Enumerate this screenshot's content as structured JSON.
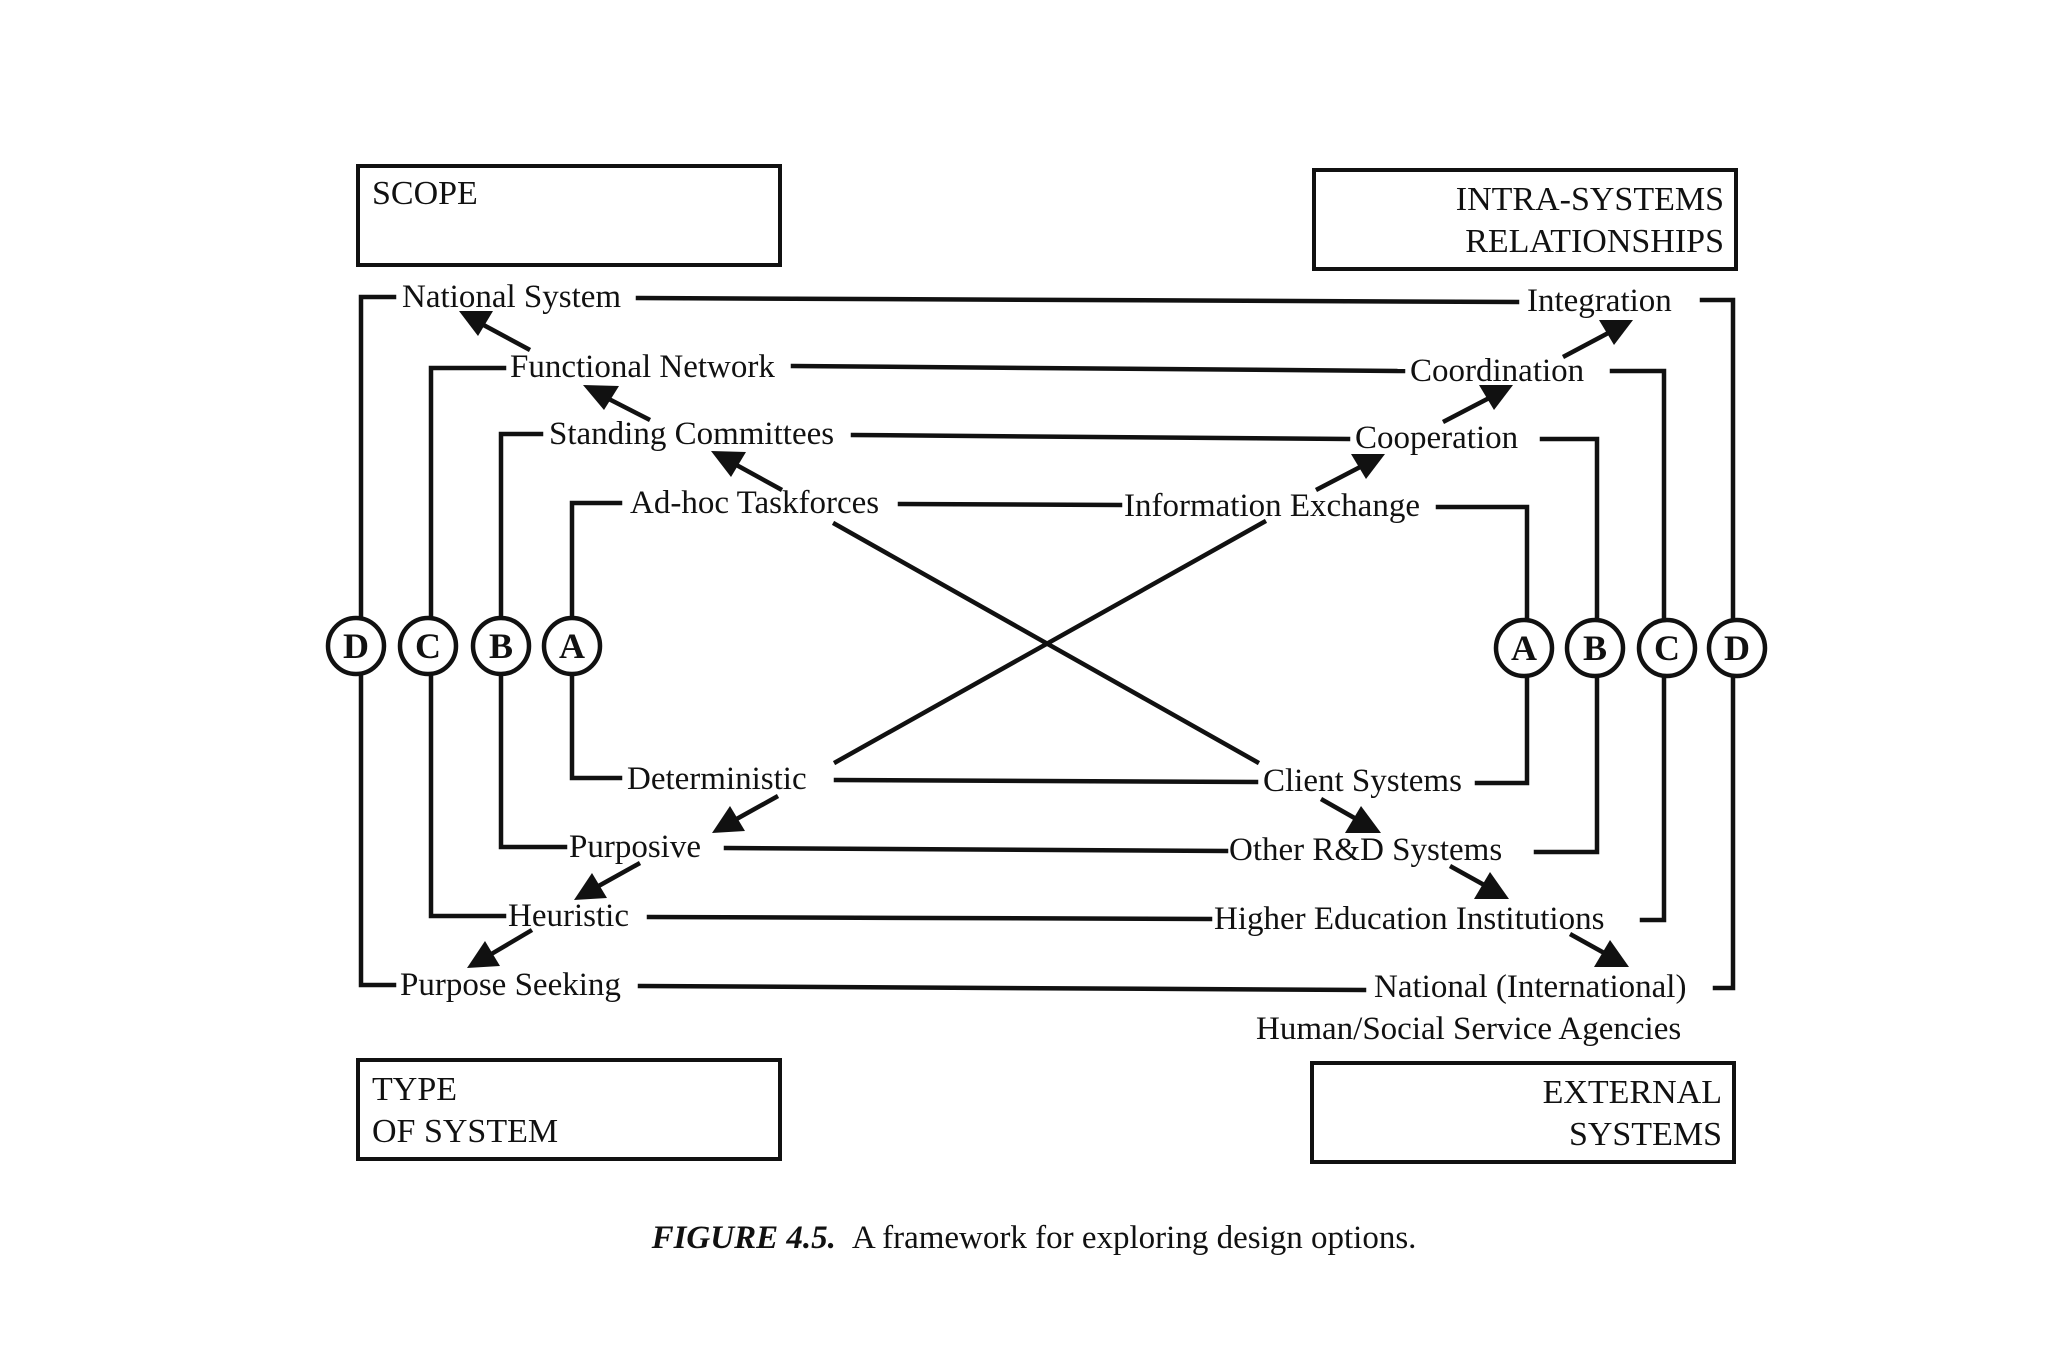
{
  "quadrants": {
    "scope": [
      "SCOPE"
    ],
    "intra_systems_relationships": [
      "INTRA-SYSTEMS",
      "RELATIONSHIPS"
    ],
    "type_of_system": [
      "TYPE",
      "OF SYSTEM"
    ],
    "external_systems": [
      "EXTERNAL",
      "SYSTEMS"
    ]
  },
  "scope_items": [
    "National System",
    "Functional Network",
    "Standing Committees",
    "Ad-hoc Taskforces"
  ],
  "relationship_items": [
    "Integration",
    "Coordination",
    "Cooperation",
    "Information Exchange"
  ],
  "system_type_items": [
    "Deterministic",
    "Purposive",
    "Heuristic",
    "Purpose Seeking"
  ],
  "external_items": [
    "Client Systems",
    "Other R&D Systems",
    "Higher Education Institutions",
    "National (International)",
    "Human/Social Service Agencies"
  ],
  "badges": {
    "left": [
      "D",
      "C",
      "B",
      "A"
    ],
    "right": [
      "A",
      "B",
      "C",
      "D"
    ]
  },
  "caption": {
    "figure_label": "FIGURE 4.5.",
    "text": "A framework for exploring design options."
  }
}
